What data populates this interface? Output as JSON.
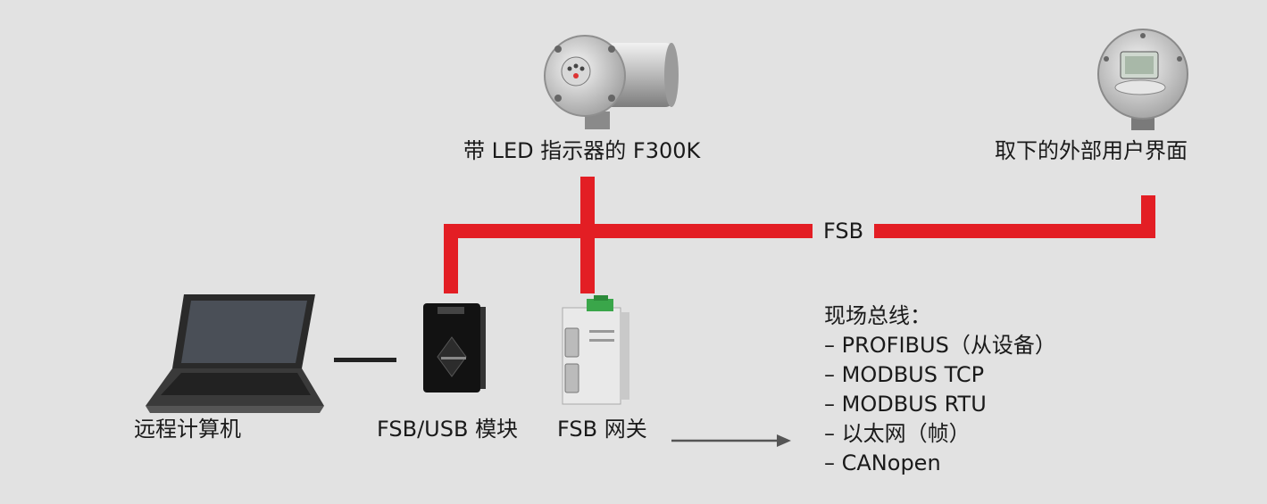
{
  "colors": {
    "background": "#e2e2e2",
    "bus_line": "#e31e24",
    "link_line": "#222222",
    "arrow": "#555555"
  },
  "devices": {
    "f300k": {
      "label": "带 LED 指示器的 F300K"
    },
    "removed_ui": {
      "label": "取下的外部用户界面"
    },
    "computer": {
      "label": "远程计算机"
    },
    "usb_module": {
      "label": "FSB/USB 模块"
    },
    "gateway": {
      "label": "FSB 网关"
    }
  },
  "bus": {
    "label": "FSB"
  },
  "fieldbus": {
    "title": "现场总线：",
    "items": [
      "– PROFIBUS（从设备）",
      "– MODBUS TCP",
      "– MODBUS RTU",
      "– 以太网（帧）",
      "– CANopen"
    ]
  }
}
